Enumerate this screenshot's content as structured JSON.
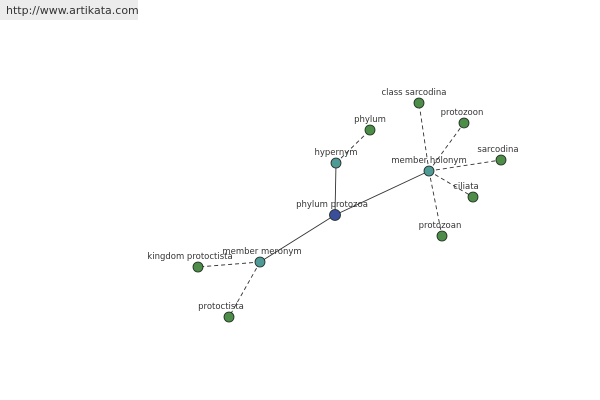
{
  "header": {
    "url": "http://www.artikata.com"
  },
  "colors": {
    "leaf": "#4e8c4a",
    "relation": "#4f9a96",
    "center": "#3a4e9a"
  },
  "graph": {
    "nodes": [
      {
        "id": "phylum-protozoa",
        "label": "phylum protozoa",
        "kind": "center"
      },
      {
        "id": "hypernym",
        "label": "hypernym",
        "kind": "relation"
      },
      {
        "id": "member-holonym",
        "label": "member holonym",
        "kind": "relation"
      },
      {
        "id": "member-meronym",
        "label": "member meronym",
        "kind": "relation"
      },
      {
        "id": "phylum",
        "label": "phylum",
        "kind": "leaf"
      },
      {
        "id": "class-sarcodina",
        "label": "class sarcodina",
        "kind": "leaf"
      },
      {
        "id": "protozoon",
        "label": "protozoon",
        "kind": "leaf"
      },
      {
        "id": "sarcodina",
        "label": "sarcodina",
        "kind": "leaf"
      },
      {
        "id": "ciliata",
        "label": "ciliata",
        "kind": "leaf"
      },
      {
        "id": "protozoan",
        "label": "protozoan",
        "kind": "leaf"
      },
      {
        "id": "kingdom-protoctista",
        "label": "kingdom protoctista",
        "kind": "leaf"
      },
      {
        "id": "protoctista",
        "label": "protoctista",
        "kind": "leaf"
      }
    ],
    "edges": [
      {
        "from": "phylum-protozoa",
        "to": "hypernym",
        "style": "solid"
      },
      {
        "from": "phylum-protozoa",
        "to": "member-holonym",
        "style": "solid"
      },
      {
        "from": "phylum-protozoa",
        "to": "member-meronym",
        "style": "solid"
      },
      {
        "from": "hypernym",
        "to": "phylum",
        "style": "dashed"
      },
      {
        "from": "member-holonym",
        "to": "class-sarcodina",
        "style": "dashed"
      },
      {
        "from": "member-holonym",
        "to": "protozoon",
        "style": "dashed"
      },
      {
        "from": "member-holonym",
        "to": "sarcodina",
        "style": "dashed"
      },
      {
        "from": "member-holonym",
        "to": "ciliata",
        "style": "dashed"
      },
      {
        "from": "member-holonym",
        "to": "protozoan",
        "style": "dashed"
      },
      {
        "from": "member-meronym",
        "to": "kingdom-protoctista",
        "style": "dashed"
      },
      {
        "from": "member-meronym",
        "to": "protoctista",
        "style": "dashed"
      }
    ]
  }
}
